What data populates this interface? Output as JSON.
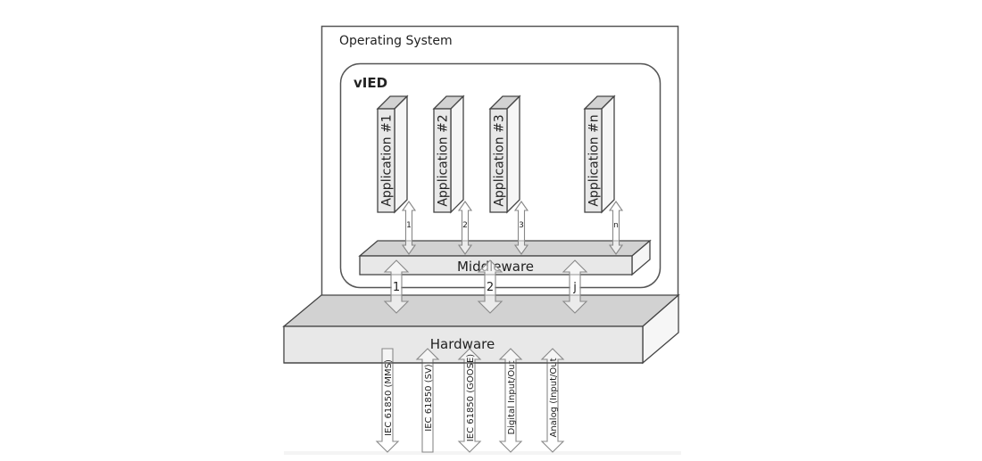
{
  "diagram": {
    "os_label": "Operating System",
    "vied_label": "vIED",
    "applications": [
      {
        "label": "Application #1",
        "link_label": "1"
      },
      {
        "label": "Application #2",
        "link_label": "2"
      },
      {
        "label": "Application #3",
        "link_label": "3"
      },
      {
        "label": "Application #n",
        "link_label": "n"
      }
    ],
    "middleware_label": "Middleware",
    "middleware_links": [
      {
        "label": "1"
      },
      {
        "label": "2"
      },
      {
        "label": "j"
      }
    ],
    "hardware_label": "Hardware",
    "io_interfaces": [
      {
        "label": "IEC 61850 (MMS)",
        "direction": "down"
      },
      {
        "label": "IEC 61850 (SV)",
        "direction": "up"
      },
      {
        "label": "IEC 61850 (GOOSE)",
        "direction": "both"
      },
      {
        "label": "Digital Input/Out",
        "direction": "both"
      },
      {
        "label": "Analog (Input/Out",
        "direction": "both"
      }
    ],
    "colors": {
      "stroke": "#444444",
      "box_front": "#e8e8e8",
      "box_top": "#d2d2d2",
      "box_side": "#f6f6f6",
      "arrow_fill": "#ffffff",
      "arrow_stroke": "#888888"
    }
  }
}
